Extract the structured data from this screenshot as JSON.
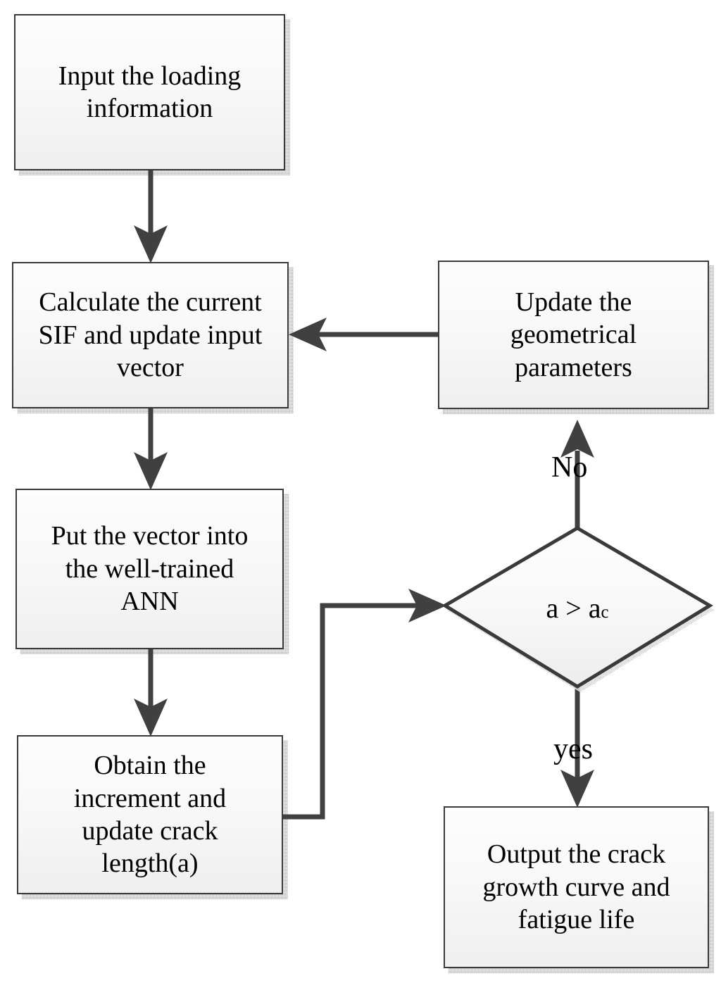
{
  "diagram": {
    "title": "Fatigue crack growth prediction flowchart",
    "type": "flowchart",
    "background_color": "#ffffff",
    "node_fill_top": "#fdfdfd",
    "node_fill_bottom": "#efefef",
    "node_border_color": "#3a3a3a",
    "connector_color": "#404040",
    "text_color": "#000000"
  },
  "nodes": {
    "input_loading": {
      "id": "input-loading-information",
      "shape": "process",
      "text": "Input the loading\ninformation"
    },
    "calculate_sif": {
      "id": "calculate-sif",
      "shape": "process",
      "text": "Calculate the current\nSIF and update input\nvector"
    },
    "update_geometry": {
      "id": "update-geometrical-parameters",
      "shape": "process",
      "text": "Update the\ngeometrical\nparameters"
    },
    "put_vector_ann": {
      "id": "put-vector-into-ann",
      "shape": "process",
      "text": "Put the vector into\nthe well-trained\nANN"
    },
    "obtain_increment": {
      "id": "obtain-increment-update-crack-length",
      "shape": "process",
      "text": "Obtain the\nincrement and\nupdate crack\nlength(a)"
    },
    "decision": {
      "id": "decision-a-greater-than-ac",
      "shape": "decision",
      "text_main": "a > a",
      "text_subscript": "c",
      "text_full": "a > a_c"
    },
    "output_results": {
      "id": "output-crack-growth-curve",
      "shape": "process",
      "text": "Output the crack\ngrowth curve and\nfatigue life"
    }
  },
  "edge_labels": {
    "no": "No",
    "yes": "yes"
  },
  "edges": [
    {
      "from": "input_loading",
      "to": "calculate_sif",
      "label": ""
    },
    {
      "from": "calculate_sif",
      "to": "put_vector_ann",
      "label": ""
    },
    {
      "from": "put_vector_ann",
      "to": "obtain_increment",
      "label": ""
    },
    {
      "from": "obtain_increment",
      "to": "decision",
      "label": ""
    },
    {
      "from": "decision",
      "to": "update_geometry",
      "label": "No"
    },
    {
      "from": "update_geometry",
      "to": "calculate_sif",
      "label": ""
    },
    {
      "from": "decision",
      "to": "output_results",
      "label": "yes"
    }
  ]
}
